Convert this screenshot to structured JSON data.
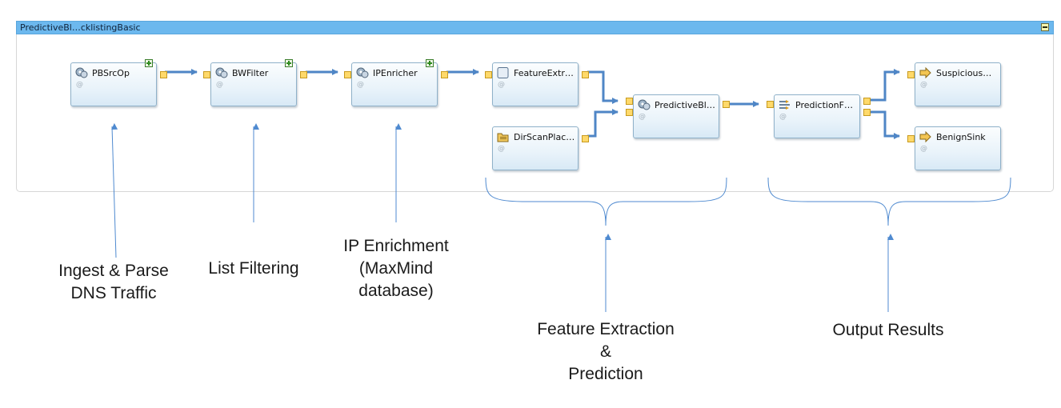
{
  "title_bar": {
    "title": "PredictiveBl…cklistingBasic"
  },
  "nodes": [
    {
      "id": "pbsrcop",
      "label": "PBSrcOp",
      "at": "@",
      "icon": "operator-gears-icon",
      "composite": true
    },
    {
      "id": "bwfilter",
      "label": "BWFilter",
      "at": "@",
      "icon": "operator-gears-icon",
      "composite": true
    },
    {
      "id": "ipenricher",
      "label": "IPEnricher",
      "at": "@",
      "icon": "operator-gears-icon",
      "composite": true
    },
    {
      "id": "featureextr",
      "label": "FeatureExtr…",
      "at": "@",
      "icon": "blank-operator-icon",
      "composite": false
    },
    {
      "id": "dirscanplac",
      "label": "DirScanPlac…",
      "at": "@",
      "icon": "folder-source-icon",
      "composite": false
    },
    {
      "id": "predictivebl",
      "label": "PredictiveBl…",
      "at": "@",
      "icon": "operator-gears-icon",
      "composite": false
    },
    {
      "id": "predictionf",
      "label": "PredictionF…",
      "at": "@",
      "icon": "split-operator-icon",
      "composite": false
    },
    {
      "id": "suspicious",
      "label": "Suspicious…",
      "at": "@",
      "icon": "sink-arrow-icon",
      "composite": false
    },
    {
      "id": "benignsink",
      "label": "BenignSink",
      "at": "@",
      "icon": "sink-arrow-icon",
      "composite": false
    }
  ],
  "annotations": {
    "ingest": {
      "line1": "Ingest & Parse",
      "line2": "DNS Traffic"
    },
    "filtering": {
      "line1": "List Filtering"
    },
    "enrichment": {
      "line1": "IP Enrichment",
      "line2": "(MaxMind",
      "line3": "database)"
    },
    "feature": {
      "line1": "Feature Extraction",
      "line2": "&",
      "line3": "Prediction"
    },
    "output": {
      "line1": "Output Results"
    }
  },
  "colors": {
    "title_bar": "#6cb8ee",
    "stream": "#4f86c6",
    "annotation_line": "#4f8ad0",
    "port": "#ffd96a",
    "node_border": "#8fb1c9"
  }
}
